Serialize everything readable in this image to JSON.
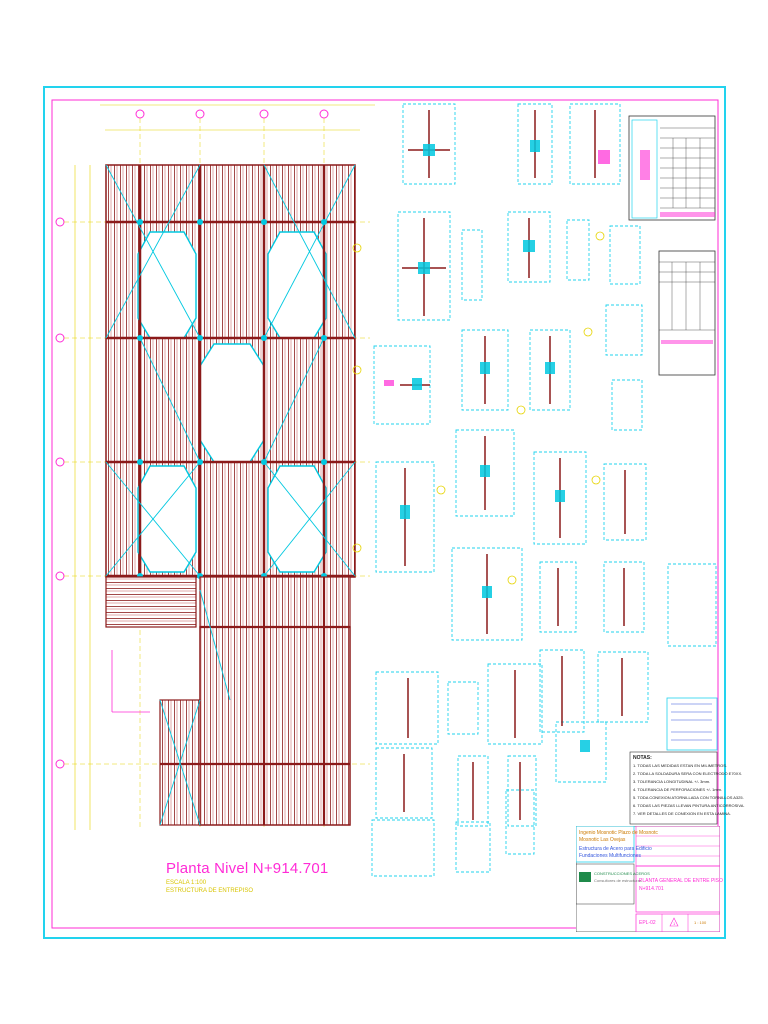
{
  "sheet": {
    "plan_title": "Planta Nivel N+914.701",
    "plan_subtitle_1": "ESCALA 1:100",
    "plan_subtitle_2": "ESTRUCTURA DE ENTREPISO",
    "notes_heading": "NOTAS:",
    "notes": [
      "1. TODAS LAS MEDIDAS ESTAN EN MILIMETROS.",
      "2. TODA LA SOLDADURA SERA CON ELECTRODO E70XX.",
      "3. TOLERANCIA LONGITUDINAL +/- 3mm.",
      "4. TOLERANCIA DE PERFORACIONES +/- 1mm.",
      "5. TODA CONEXION ATORNILLADA CON TORNILLOS A325.",
      "6. TODAS LAS PIEZAS LLEVAN PINTURA ANTICORROSIVA.",
      "7. VER DETALLES DE CONEXION EN ESTA LAMINA."
    ]
  },
  "title_block": {
    "client": "Ingenio Mosnotic Plazo de Mosnotc",
    "client_sub": "Mosnotic Las Ovejas",
    "project": "Estructura de Acero para Edificio",
    "project_sub": "Fundaciones Multifunciones",
    "company": "CONSTRUCCIONES ACEROS",
    "company_sub": "Consultores de estructuras",
    "drawing_title": "PLANTA GENERAL DE ENTRE PISO",
    "drawing_level": "N+914.701",
    "sheet_code": "EPL-02",
    "rev": "1",
    "scale": "1 : 100"
  },
  "colors": {
    "border_cyan": "#22d3ee",
    "magenta": "#ff2bd6",
    "beam_red": "#8b1a1a",
    "member_cyan": "#00c8e0",
    "grid_yellow": "#e6d400",
    "paper": "#ffffff"
  }
}
